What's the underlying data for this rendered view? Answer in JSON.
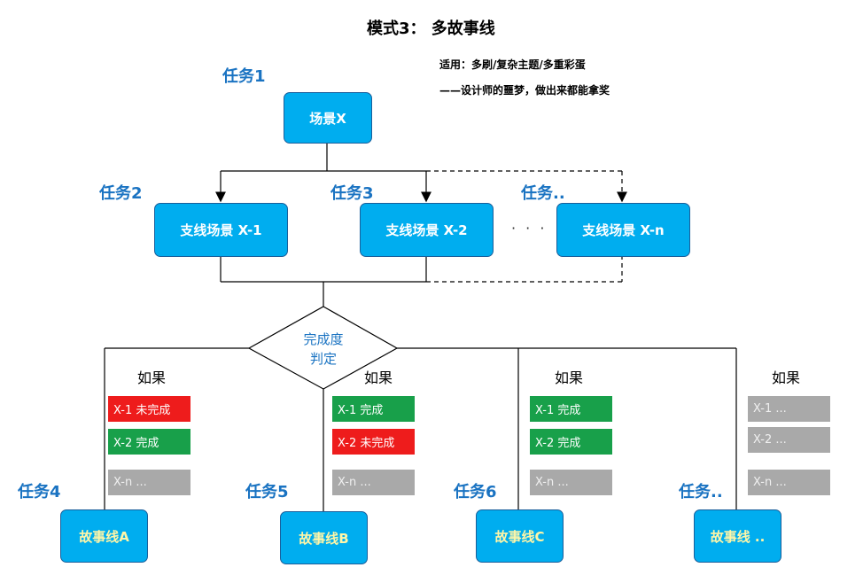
{
  "header": {
    "title": "模式3： 多故事线",
    "note_line1": "适用：多刷/复杂主题/多重彩蛋",
    "note_line2": "——设计师的噩梦，做出来都能拿奖"
  },
  "tasks": [
    "任务1",
    "任务2",
    "任务3",
    "任务..",
    "任务4",
    "任务5",
    "任务6",
    "任务.."
  ],
  "scenes": {
    "root": "场景X",
    "branches": [
      "支线场景 X-1",
      "支线场景 X-2",
      "支线场景 X-n"
    ],
    "ellipsis": "· · ·"
  },
  "decision": {
    "line1": "完成度",
    "line2": "判定"
  },
  "if_label": "如果",
  "conditions": [
    [
      {
        "text": "X-1 未完成",
        "color": "red"
      },
      {
        "text": "X-2 完成",
        "color": "green"
      },
      {
        "text": "X-n ...",
        "color": "gray"
      }
    ],
    [
      {
        "text": "X-1 完成",
        "color": "green"
      },
      {
        "text": "X-2 未完成",
        "color": "red"
      },
      {
        "text": "X-n ...",
        "color": "gray"
      }
    ],
    [
      {
        "text": "X-1 完成",
        "color": "green"
      },
      {
        "text": "X-2 完成",
        "color": "green"
      },
      {
        "text": "X-n ...",
        "color": "gray"
      }
    ],
    [
      {
        "text": "X-1 ...",
        "color": "gray"
      },
      {
        "text": "X-2 ...",
        "color": "gray"
      },
      {
        "text": "X-n ...",
        "color": "gray"
      }
    ]
  ],
  "storylines": [
    "故事线A",
    "故事线B",
    "故事线C",
    "故事线 .."
  ],
  "colors": {
    "box_fill": "#00adef",
    "box_border": "#1a5e9a",
    "task_text": "#1a73c2",
    "red": "#ee1c1c",
    "green": "#18a04a",
    "gray": "#a9a9a9",
    "story_text": "#fff6a8"
  }
}
